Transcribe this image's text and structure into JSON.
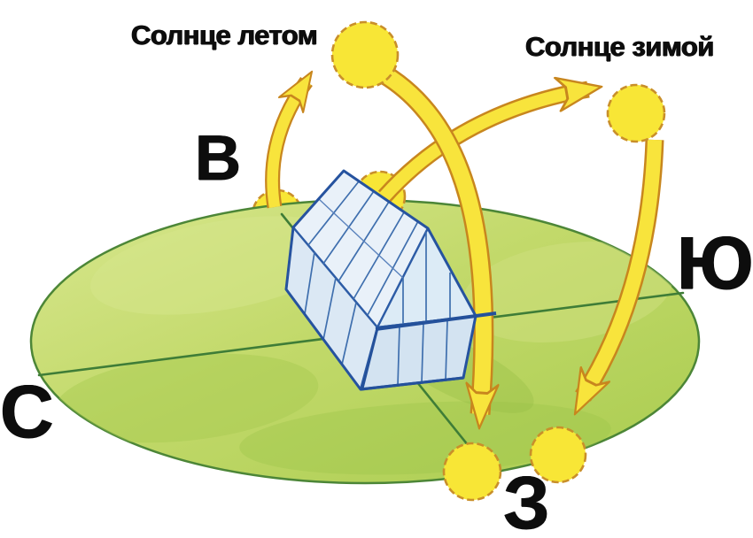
{
  "diagram": {
    "labels": {
      "summer_sun": "Солнце летом",
      "winter_sun": "Солнце зимой"
    },
    "compass": {
      "east": "В",
      "south": "Ю",
      "north": "С",
      "west": "З"
    },
    "colors": {
      "background": "#ffffff",
      "sun_yellow": "#f8e636",
      "sun_outline": "#c98f2a",
      "arrow_yellow": "#f8e43c",
      "arrow_outline": "#c8861e",
      "grass_light": "#d8e78e",
      "grass_mid": "#bfd765",
      "grass_dark": "#a9cc4f",
      "grass_edge": "#4c8637",
      "ground_line": "#3f7d37",
      "house_fill": "#dbe8f4",
      "house_outline": "#2d5ca6",
      "house_pane": "#3f6fae",
      "text": "#0d0d0d"
    }
  }
}
